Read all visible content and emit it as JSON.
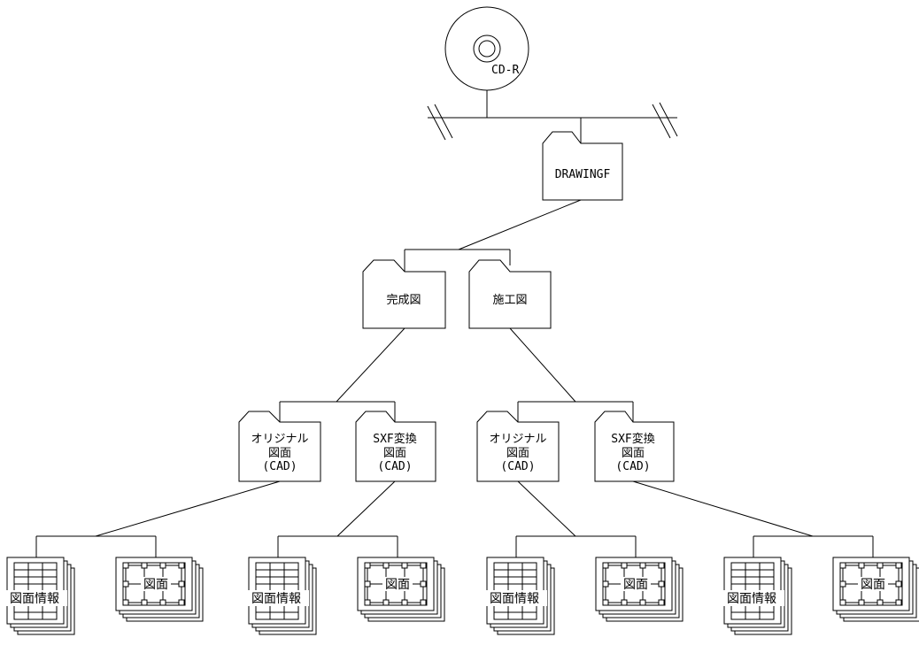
{
  "disc": {
    "label": "CD-R"
  },
  "root_folder": {
    "label": "DRAWINGF"
  },
  "level1": [
    {
      "label": "完成図"
    },
    {
      "label": "施工図"
    }
  ],
  "level2": [
    {
      "lines": [
        "オリジナル",
        "図面",
        "(CAD)"
      ]
    },
    {
      "lines": [
        "SXF変換",
        "図面",
        "(CAD)"
      ]
    },
    {
      "lines": [
        "オリジナル",
        "図面",
        "(CAD)"
      ]
    },
    {
      "lines": [
        "SXF変換",
        "図面",
        "(CAD)"
      ]
    }
  ],
  "docs": {
    "table_label": "図面情報",
    "drawing_label": "図面"
  }
}
